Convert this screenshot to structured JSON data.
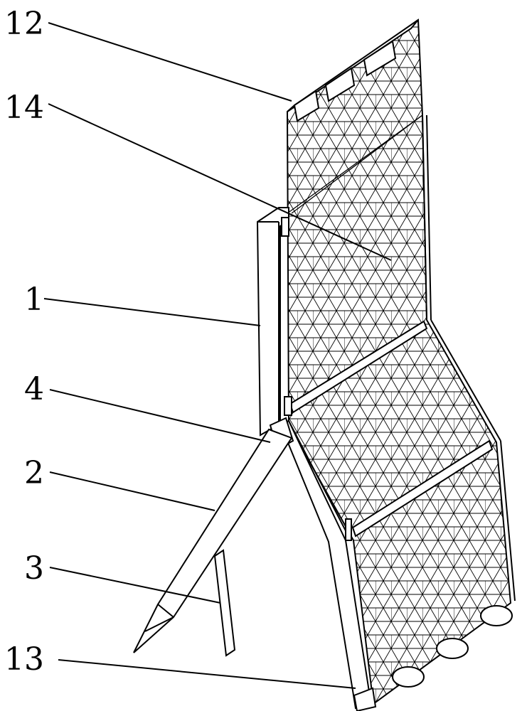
{
  "figure": {
    "labels": {
      "l12": "12",
      "l14": "14",
      "l1": "1",
      "l4": "4",
      "l2": "2",
      "l3": "3",
      "l13": "13"
    },
    "colors": {
      "stroke": "#000000",
      "background": "#ffffff"
    }
  }
}
